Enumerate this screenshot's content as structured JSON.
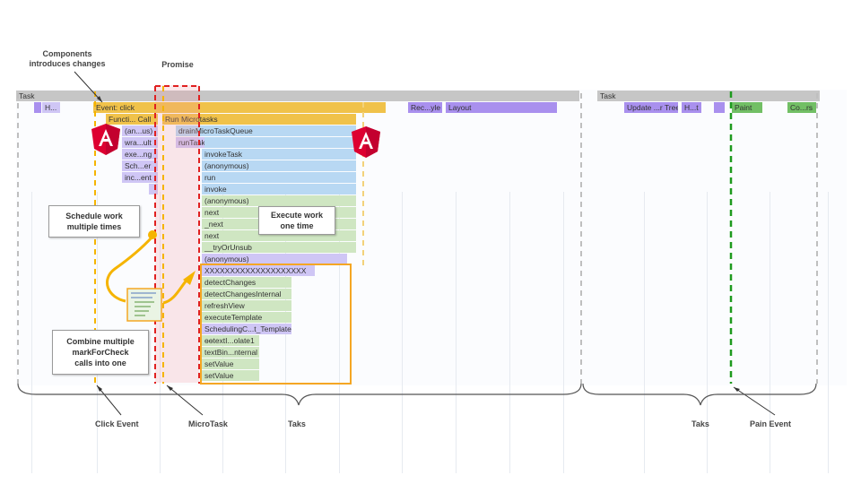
{
  "annotations": {
    "components_change": "Components\nintroduces changes",
    "promise": "Promise",
    "schedule_work": "Schedule work\nmultiple times",
    "execute_work": "Execute work\none time",
    "combine_mark": "Combine multiple\nmarkForCheck\ncalls into one"
  },
  "captions": {
    "click_event": "Click Event",
    "microtask": "MicroTask",
    "task_left": "Taks",
    "task_right": "Taks",
    "paint_event": "Pain Event"
  },
  "flame": {
    "task_left": "Task",
    "task_right": "Task",
    "row1": [
      "H...",
      "Event: click",
      "Rec...yle",
      "Layout",
      "Update ...r Tree",
      "H...t",
      "Paint",
      "Co...rs"
    ],
    "row2": [
      "Functi... Call",
      "Run Microtasks"
    ],
    "row3": [
      "(an...us)",
      "drainMicroTaskQueue"
    ],
    "row4": [
      "wra...ult",
      "runTask"
    ],
    "row5": [
      "exe...ng"
    ],
    "row6": [
      "Sch...er"
    ],
    "row7": [
      "inc...ent"
    ],
    "stack": [
      "invokeTask",
      "(anonymous)",
      "run",
      "invoke",
      "(anonymous)",
      "next",
      "_next",
      "next",
      "__tryOrUnsub",
      "(anonymous)",
      "XXXXXXXXXXXXXXXXXXXX",
      "detectChanges",
      "detectChangesInternal",
      "refreshView",
      "executeTemplate",
      "SchedulingC...t_Template",
      "ɵɵtextI...olate1",
      "textBin...nternal",
      "setValue",
      "setValue"
    ]
  },
  "colors": {
    "event_yellow": "#f0c24a",
    "layout_purple": "#a990ee",
    "script_blue": "#b8d8f3",
    "gc_green": "#cfe6c2",
    "paint_green": "#72bf65",
    "microtask_red": "#e02020",
    "highlight_orange": "#f5a623",
    "angular_red": "#dd0031"
  },
  "icons": [
    "angular-logo-icon",
    "angular-logo-icon"
  ]
}
